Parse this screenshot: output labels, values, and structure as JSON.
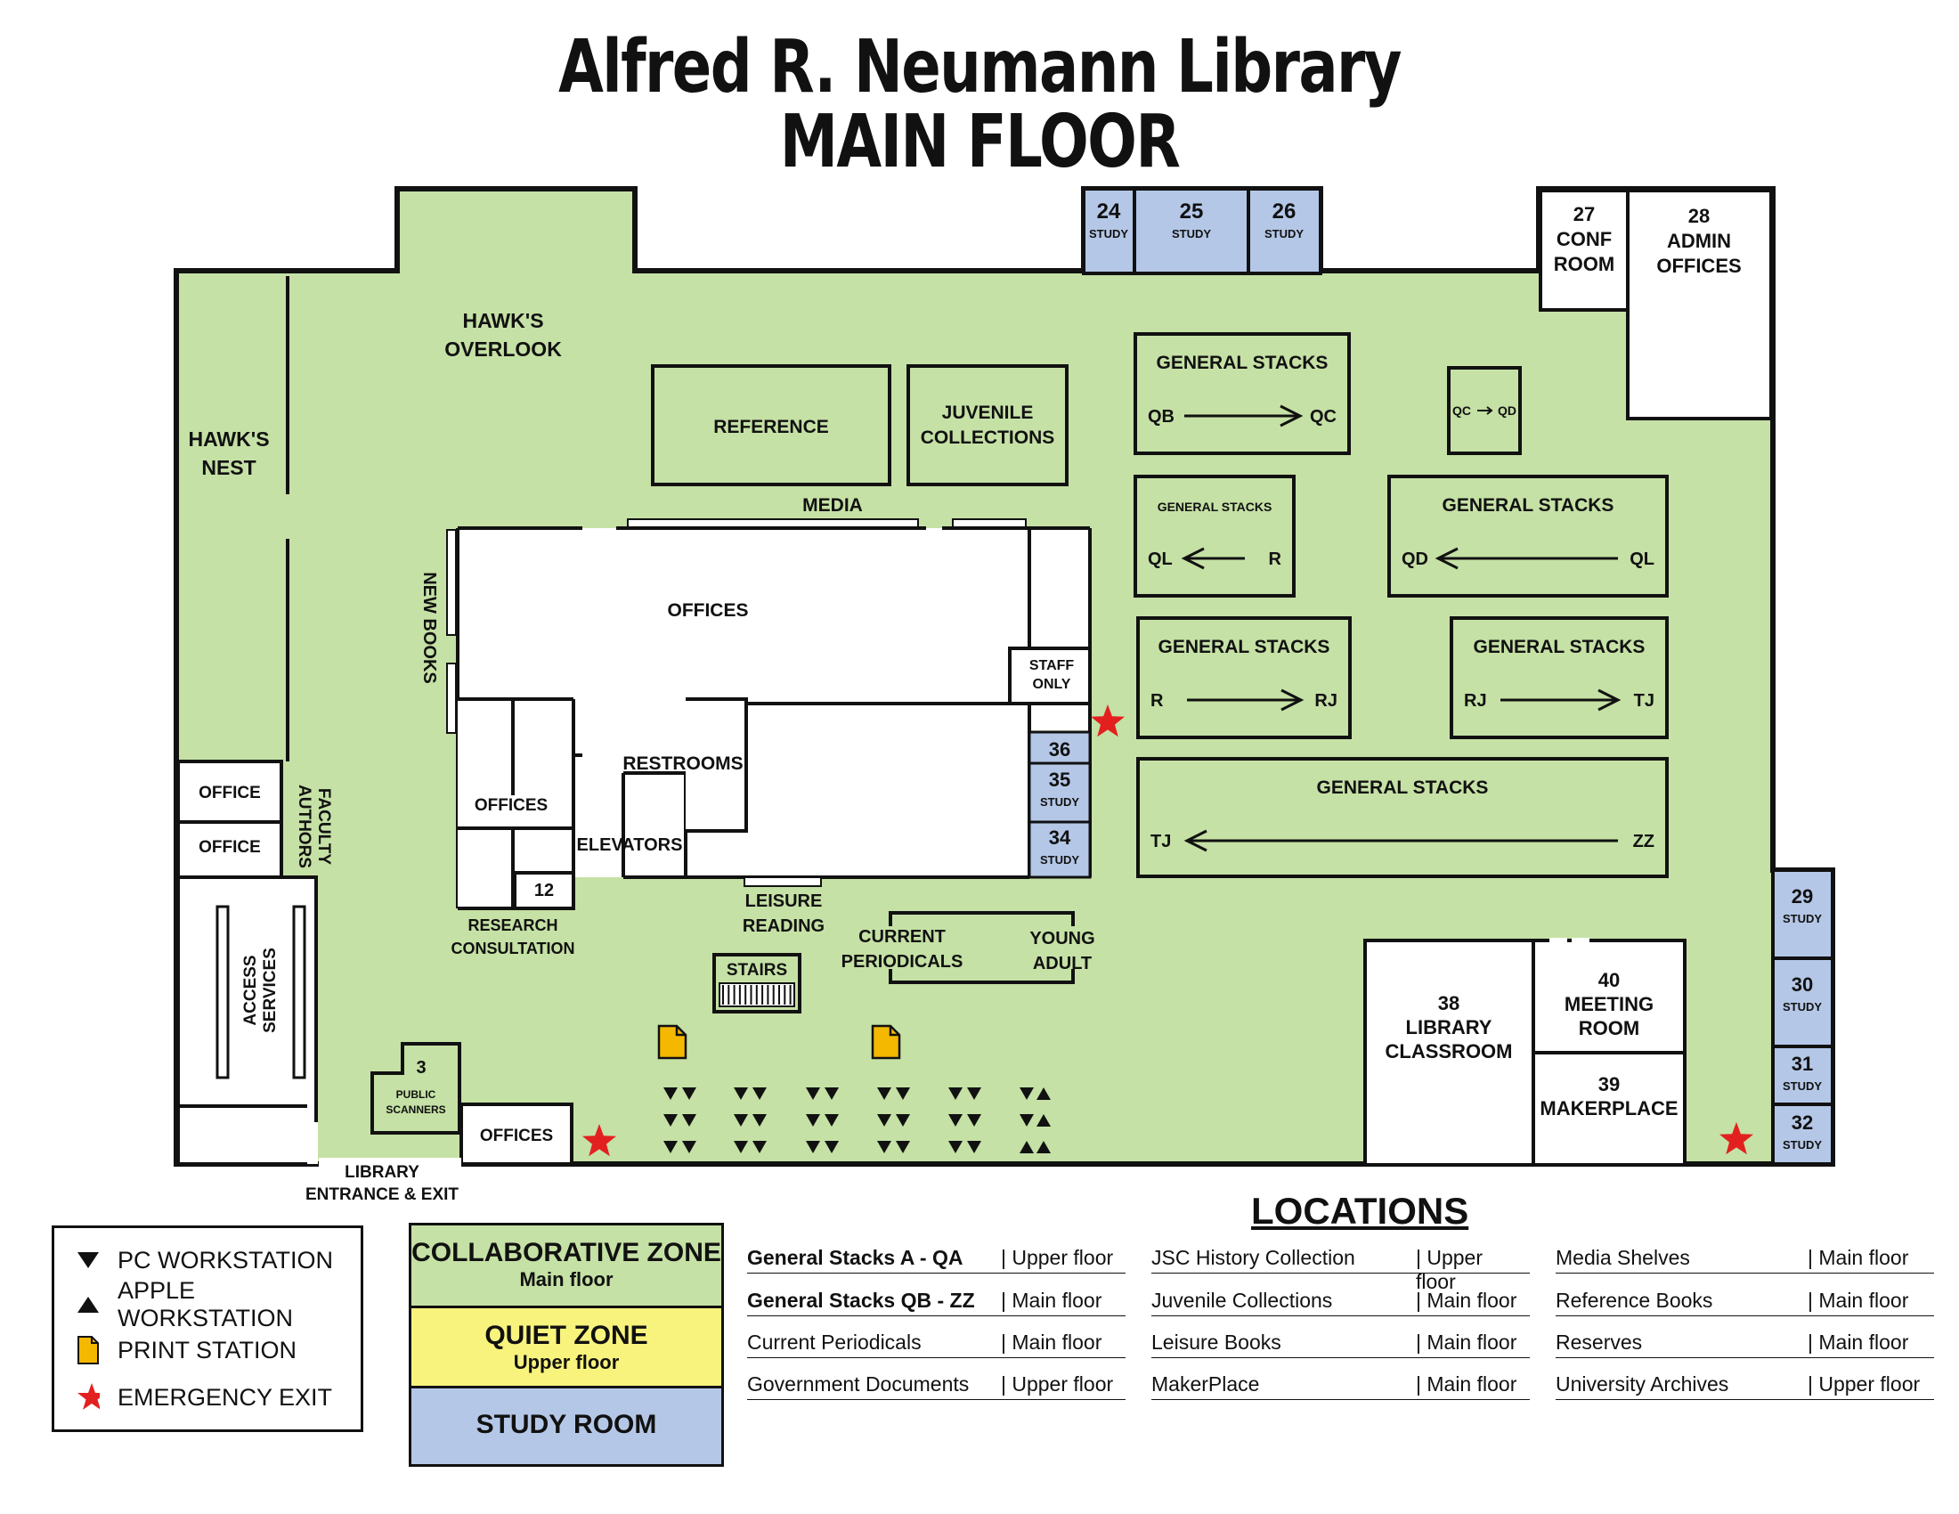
{
  "title": "Alfred R. Neumann Library",
  "subtitle": "MAIN FLOOR",
  "colors": {
    "collaborative": "#c5e1a5",
    "quiet": "#f8f37d",
    "study": "#b4c7e7",
    "emergency": "#e32020",
    "print": "#f5b800",
    "wall": "#111111"
  },
  "map_labels": {
    "hawks_overlook": [
      "HAWK'S",
      "OVERLOOK"
    ],
    "hawks_nest": [
      "HAWK'S",
      "NEST"
    ],
    "reference": "REFERENCE",
    "juvenile": [
      "JUVENILE",
      "COLLECTIONS"
    ],
    "media": "MEDIA",
    "offices_main": "OFFICES",
    "new_books": "NEW BOOKS",
    "staff_only": [
      "STAFF",
      "ONLY"
    ],
    "restrooms": "RESTROOMS",
    "offices_small": "OFFICES",
    "elevators": "ELEVATORS",
    "room_12": "12",
    "research": [
      "RESEARCH",
      "CONSULTATION"
    ],
    "leisure": [
      "LEISURE",
      "READING"
    ],
    "current_periodicals": [
      "CURRENT",
      "PERIODICALS"
    ],
    "young_adult": [
      "YOUNG",
      "ADULT"
    ],
    "stairs": "STAIRS",
    "office_1": "OFFICE",
    "office_2": "OFFICE",
    "faculty_authors": [
      "FACULTY",
      "AUTHORS"
    ],
    "access_services": [
      "ACCESS",
      "SERVICES"
    ],
    "room_3": "3",
    "public_scanners": [
      "PUBLIC",
      "SCANNERS"
    ],
    "offices_bottom": "OFFICES",
    "entrance": [
      "LIBRARY",
      "ENTRANCE & EXIT"
    ],
    "conf_room": [
      "27",
      "CONF",
      "ROOM"
    ],
    "admin_offices": [
      "28",
      "ADMIN",
      "OFFICES"
    ],
    "classroom": [
      "38",
      "LIBRARY",
      "CLASSROOM"
    ],
    "meeting_room": [
      "40",
      "MEETING",
      "ROOM"
    ],
    "makerplace": [
      "39",
      "MAKERPLACE"
    ],
    "study_label": "STUDY"
  },
  "study_rooms": [
    "24",
    "25",
    "26",
    "36",
    "35",
    "34",
    "29",
    "30",
    "31",
    "32"
  ],
  "stacks": [
    {
      "title": "GENERAL STACKS",
      "from": "QB",
      "to": "QC"
    },
    {
      "title": "GENERAL STACKS",
      "from": "R",
      "to": "QL"
    },
    {
      "title": "GENERAL STACKS",
      "from": "QL",
      "to": "QD"
    },
    {
      "title": "GENERAL STACKS",
      "from": "R",
      "to": "RJ"
    },
    {
      "title": "GENERAL STACKS",
      "from": "RJ",
      "to": "TJ"
    },
    {
      "title": "GENERAL STACKS",
      "from": "ZZ",
      "to": "TJ"
    },
    {
      "title": "",
      "from": "QC",
      "to": "QD"
    }
  ],
  "legend": {
    "pc": "PC WORKSTATION",
    "apple": "APPLE WORKSTATION",
    "print": "PRINT STATION",
    "exit": "EMERGENCY EXIT"
  },
  "zones": [
    {
      "name": "COLLABORATIVE ZONE",
      "sub": "Main floor"
    },
    {
      "name": "QUIET ZONE",
      "sub": "Upper floor"
    },
    {
      "name": "STUDY ROOM",
      "sub": ""
    }
  ],
  "locations_title": "LOCATIONS",
  "locations": [
    [
      {
        "name": "General Stacks A - QA",
        "floor": "| Upper floor",
        "bold": true
      },
      {
        "name": "General Stacks QB - ZZ",
        "floor": "| Main floor",
        "bold": true
      },
      {
        "name": "Current Periodicals",
        "floor": "| Main floor",
        "bold": false
      },
      {
        "name": "Government Documents",
        "floor": "| Upper floor",
        "bold": false
      }
    ],
    [
      {
        "name": "JSC History Collection",
        "floor": "| Upper floor",
        "bold": false
      },
      {
        "name": "Juvenile Collections",
        "floor": "| Main floor",
        "bold": false
      },
      {
        "name": "Leisure Books",
        "floor": "| Main floor",
        "bold": false
      },
      {
        "name": "MakerPlace",
        "floor": "| Main floor",
        "bold": false
      }
    ],
    [
      {
        "name": "Media Shelves",
        "floor": "| Main floor",
        "bold": false
      },
      {
        "name": "Reference Books",
        "floor": "| Main floor",
        "bold": false
      },
      {
        "name": "Reserves",
        "floor": "| Main floor",
        "bold": false
      },
      {
        "name": "University Archives",
        "floor": "| Upper floor",
        "bold": false
      }
    ]
  ]
}
